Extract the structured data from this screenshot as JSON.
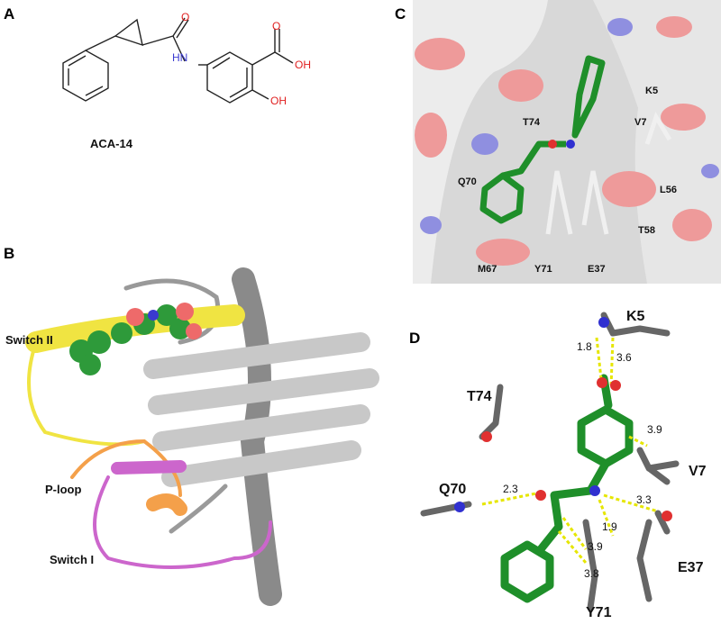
{
  "panels": {
    "a": {
      "label": "A",
      "compound_name": "ACA-14",
      "atoms": {
        "nh": "HN",
        "o_amide": "O",
        "o_acid": "O",
        "oh_acid": "OH",
        "oh_phenol": "OH"
      }
    },
    "b": {
      "label": "B",
      "regions": [
        "Switch II",
        "P-loop",
        "Switch I"
      ]
    },
    "c": {
      "label": "C",
      "residues": [
        "K5",
        "T74",
        "V7",
        "Q70",
        "L56",
        "T58",
        "M67",
        "Y71",
        "E37"
      ]
    },
    "d": {
      "label": "D",
      "residues": [
        "K5",
        "T74",
        "V7",
        "Q70",
        "E37",
        "Y71"
      ],
      "distances": [
        "1.8",
        "3.6",
        "3.9",
        "2.3",
        "3.3",
        "1.9",
        "3.9",
        "3.8"
      ]
    }
  },
  "colors": {
    "ligand": "#1f8f2a",
    "switch2": "#f0e442",
    "ploop": "#f4a04a",
    "switch1": "#cc66cc",
    "protein": "#9a9a9a",
    "hbond": "#e6e600"
  }
}
